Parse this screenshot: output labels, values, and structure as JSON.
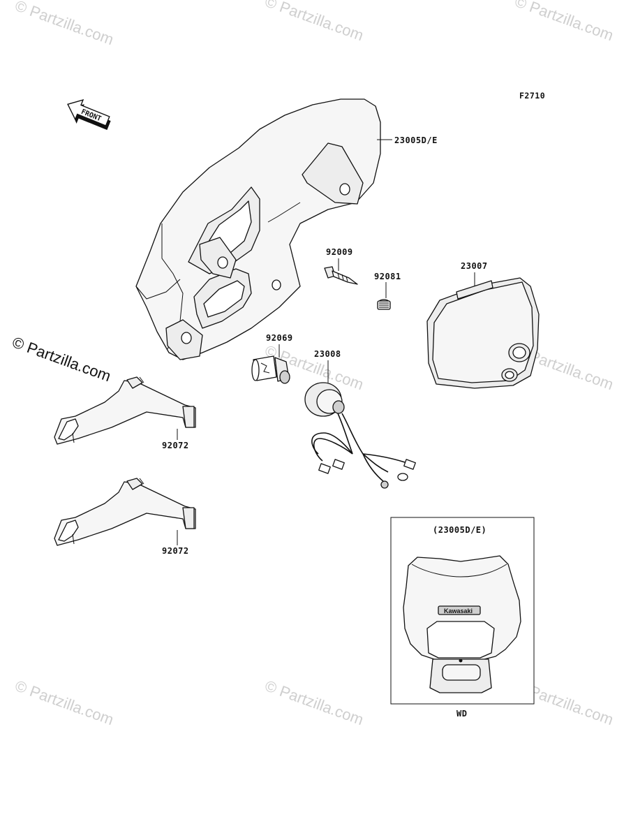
{
  "figure_code": "F2710",
  "front_label": "FRONT",
  "parts": {
    "headlight_cover": "23005D/E",
    "bolt": "92009",
    "collar": "92081",
    "lens_unit": "23007",
    "bulb": "92069",
    "socket": "23008",
    "bracket_upper": "92072",
    "bracket_lower": "92072"
  },
  "inset": {
    "title": "(23005D/E)",
    "caption": "WD",
    "brand_text": "Kawasaki"
  },
  "watermark": {
    "text": "© Partzilla.com",
    "colors": {
      "light": "#cfcfcf",
      "dark": "#111111"
    }
  }
}
